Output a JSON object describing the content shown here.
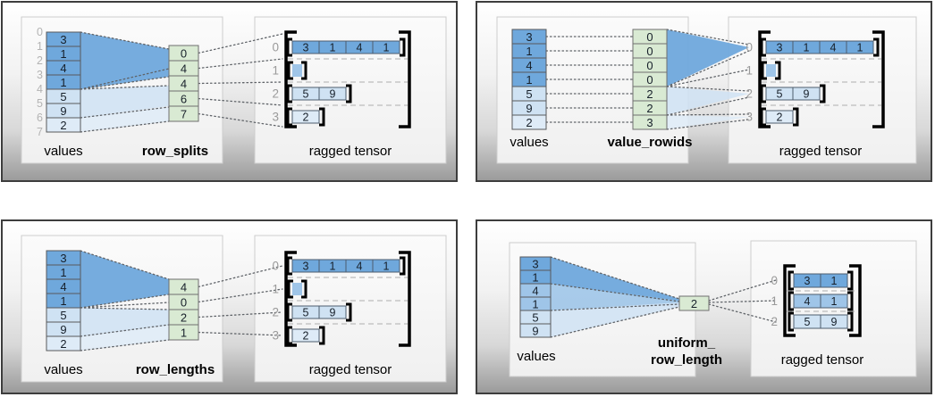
{
  "shade_colors": {
    "dark": "#6fa8dc",
    "medium": "#9fc5e8",
    "light": "#cfe2f3",
    "pale": "#deebf7",
    "green": "#d9ead3"
  },
  "panels": [
    {
      "id": "row_splits",
      "values_label": "values",
      "values": [
        "3",
        "1",
        "4",
        "1",
        "5",
        "9",
        "2"
      ],
      "values_shades": [
        "dark",
        "dark",
        "dark",
        "dark",
        "light",
        "light",
        "pale"
      ],
      "boundary_indices": [
        "0",
        "1",
        "2",
        "3",
        "4",
        "5",
        "6",
        "7"
      ],
      "spec_label_lines": [
        "row_splits"
      ],
      "spec": [
        "0",
        "4",
        "4",
        "6",
        "7"
      ],
      "tensor_label": "ragged tensor",
      "tensor_row_indices": [
        "0",
        "1",
        "2",
        "3"
      ],
      "tensor_rows": [
        [
          "3",
          "1",
          "4",
          "1"
        ],
        [],
        [
          "5",
          "9"
        ],
        [
          "2"
        ]
      ],
      "tensor_row_shades": [
        "dark",
        "medium",
        "light",
        "pale"
      ]
    },
    {
      "id": "value_rowids",
      "values_label": "values",
      "values": [
        "3",
        "1",
        "4",
        "1",
        "5",
        "9",
        "2"
      ],
      "values_shades": [
        "dark",
        "dark",
        "dark",
        "dark",
        "light",
        "light",
        "pale"
      ],
      "spec_label_lines": [
        "value_rowids"
      ],
      "spec": [
        "0",
        "0",
        "0",
        "0",
        "2",
        "2",
        "3"
      ],
      "tensor_label": "ragged tensor",
      "tensor_row_indices": [
        "0",
        "1",
        "2",
        "3"
      ],
      "tensor_rows": [
        [
          "3",
          "1",
          "4",
          "1"
        ],
        [],
        [
          "5",
          "9"
        ],
        [
          "2"
        ]
      ],
      "tensor_row_shades": [
        "dark",
        "medium",
        "light",
        "pale"
      ]
    },
    {
      "id": "row_lengths",
      "values_label": "values",
      "values": [
        "3",
        "1",
        "4",
        "1",
        "5",
        "9",
        "2"
      ],
      "values_shades": [
        "dark",
        "dark",
        "dark",
        "dark",
        "light",
        "light",
        "pale"
      ],
      "spec_label_lines": [
        "row_lengths"
      ],
      "spec": [
        "4",
        "0",
        "2",
        "1"
      ],
      "tensor_label": "ragged tensor",
      "tensor_row_indices": [
        "0",
        "1",
        "2",
        "3"
      ],
      "tensor_rows": [
        [
          "3",
          "1",
          "4",
          "1"
        ],
        [],
        [
          "5",
          "9"
        ],
        [
          "2"
        ]
      ],
      "tensor_row_shades": [
        "dark",
        "medium",
        "light",
        "pale"
      ]
    },
    {
      "id": "uniform_row_length",
      "values_label": "values",
      "values": [
        "3",
        "1",
        "4",
        "1",
        "5",
        "9"
      ],
      "values_shades": [
        "dark",
        "dark",
        "medium",
        "medium",
        "light",
        "light"
      ],
      "spec_label_lines": [
        "uniform_",
        "row_length"
      ],
      "spec": [
        "2"
      ],
      "tensor_label": "ragged tensor",
      "tensor_row_indices": [
        "0",
        "1",
        "2"
      ],
      "tensor_rows": [
        [
          "3",
          "1"
        ],
        [
          "4",
          "1"
        ],
        [
          "5",
          "9"
        ]
      ],
      "tensor_row_shades": [
        "dark",
        "medium",
        "light"
      ]
    }
  ]
}
